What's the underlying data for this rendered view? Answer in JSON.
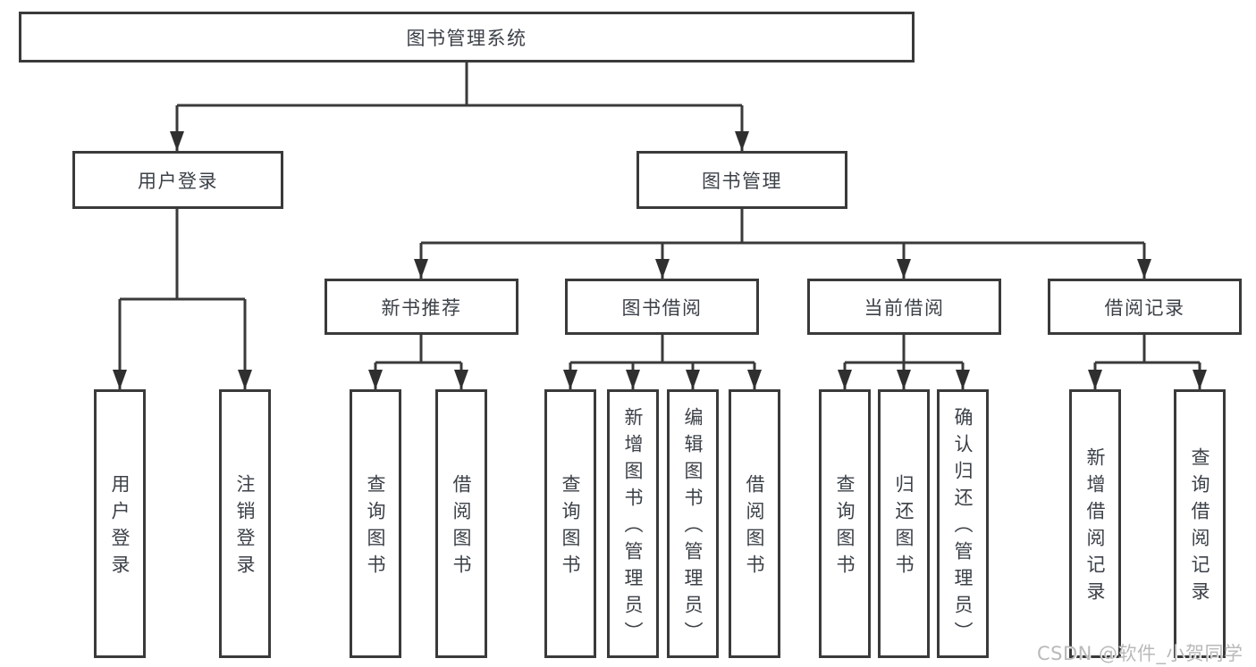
{
  "diagram": {
    "title": "图书管理系统",
    "nodes": {
      "root": "图书管理系统",
      "user_login": "用户登录",
      "book_mgmt": "图书管理",
      "new_book_rec": "新书推荐",
      "book_borrow": "图书借阅",
      "current_borrow": "当前借阅",
      "borrow_record": "借阅记录",
      "leaf_user_login": "用户登录",
      "leaf_logout": "注销登录",
      "nbr_query_book": "查询图书",
      "nbr_borrow_book": "借阅图书",
      "bb_query_book": "查询图书",
      "bb_add_book_admin": "新增图书（管理员）",
      "bb_edit_book_admin": "编辑图书（管理员）",
      "bb_borrow_book": "借阅图书",
      "cb_query_book": "查询图书",
      "cb_return_book": "归还图书",
      "cb_confirm_return_admin": "确认归还（管理员）",
      "br_add_record": "新增借阅记录",
      "br_query_record": "查询借阅记录"
    },
    "colors": {
      "line": "#3a3a3a",
      "text": "#3c4148",
      "background": "#ffffff",
      "watermark": "#b9b9b9"
    }
  },
  "watermark": "CSDN @软件_小贺同学"
}
